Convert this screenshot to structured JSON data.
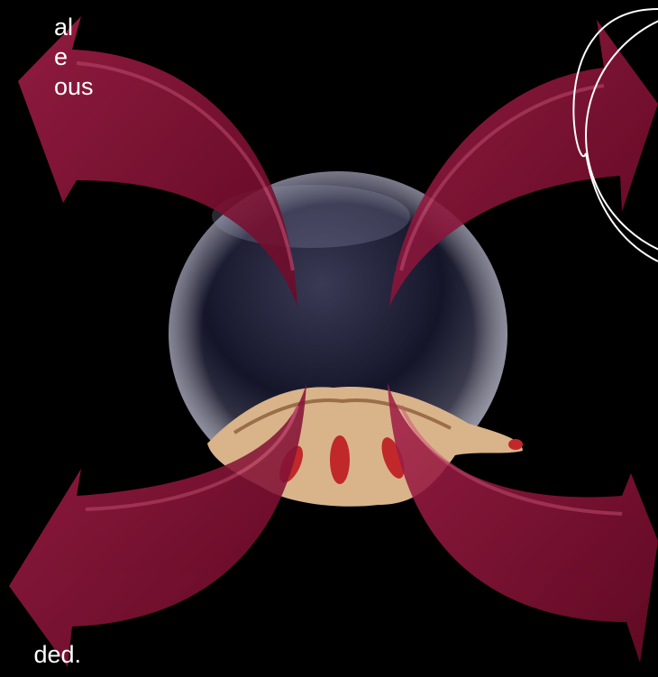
{
  "text_fragments": {
    "top_left_lines": [
      "al",
      "e",
      "ous"
    ],
    "bottom_left": "ded."
  },
  "colors": {
    "background": "#000000",
    "arrow": "#8a1034",
    "arrow_highlight": "#c0456a",
    "outline_circle": "#ffffff"
  }
}
